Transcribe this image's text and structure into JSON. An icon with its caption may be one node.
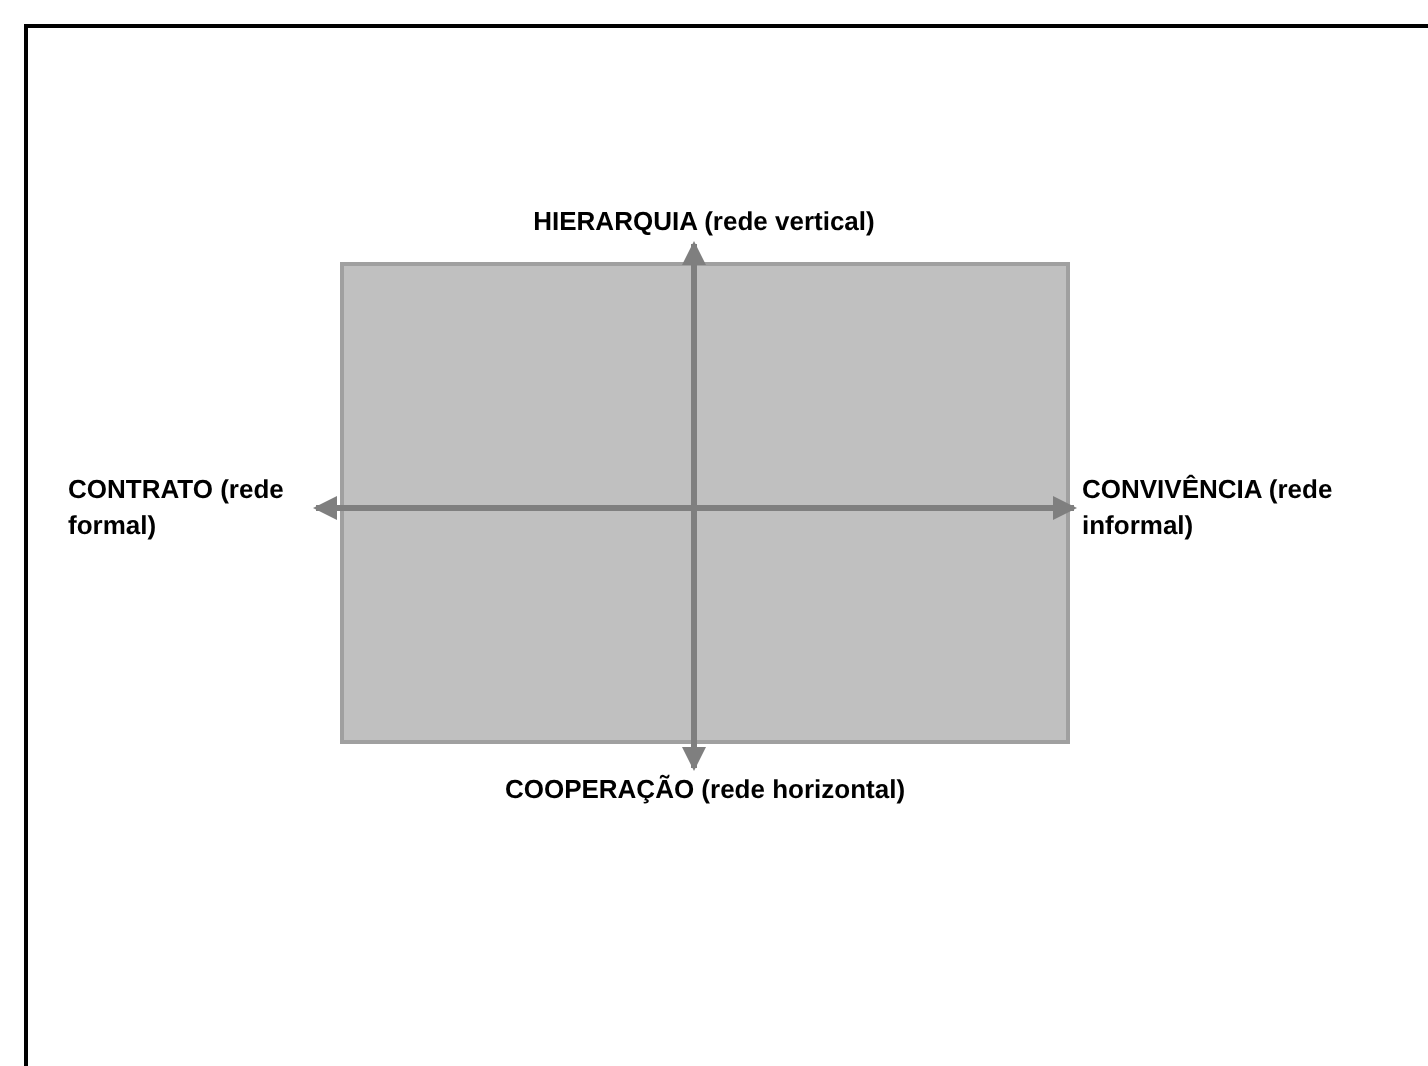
{
  "diagram": {
    "nodes": [
      {
        "text": [
          "HIERARQUIA (rede vertical)"
        ]
      },
      {
        "text": [
          "CONTRATO (rede formal)"
        ]
      },
      {
        "text": [
          "CONVIVÊNCIA (rede informal)"
        ]
      },
      {
        "text": [
          "COOPERAÇÃO  (rede horizontal)"
        ]
      }
    ],
    "edges": [
      {
        "from": 0,
        "to": 3,
        "arrow": "both"
      },
      {
        "from": 1,
        "to": 2,
        "arrow": "both"
      }
    ]
  }
}
